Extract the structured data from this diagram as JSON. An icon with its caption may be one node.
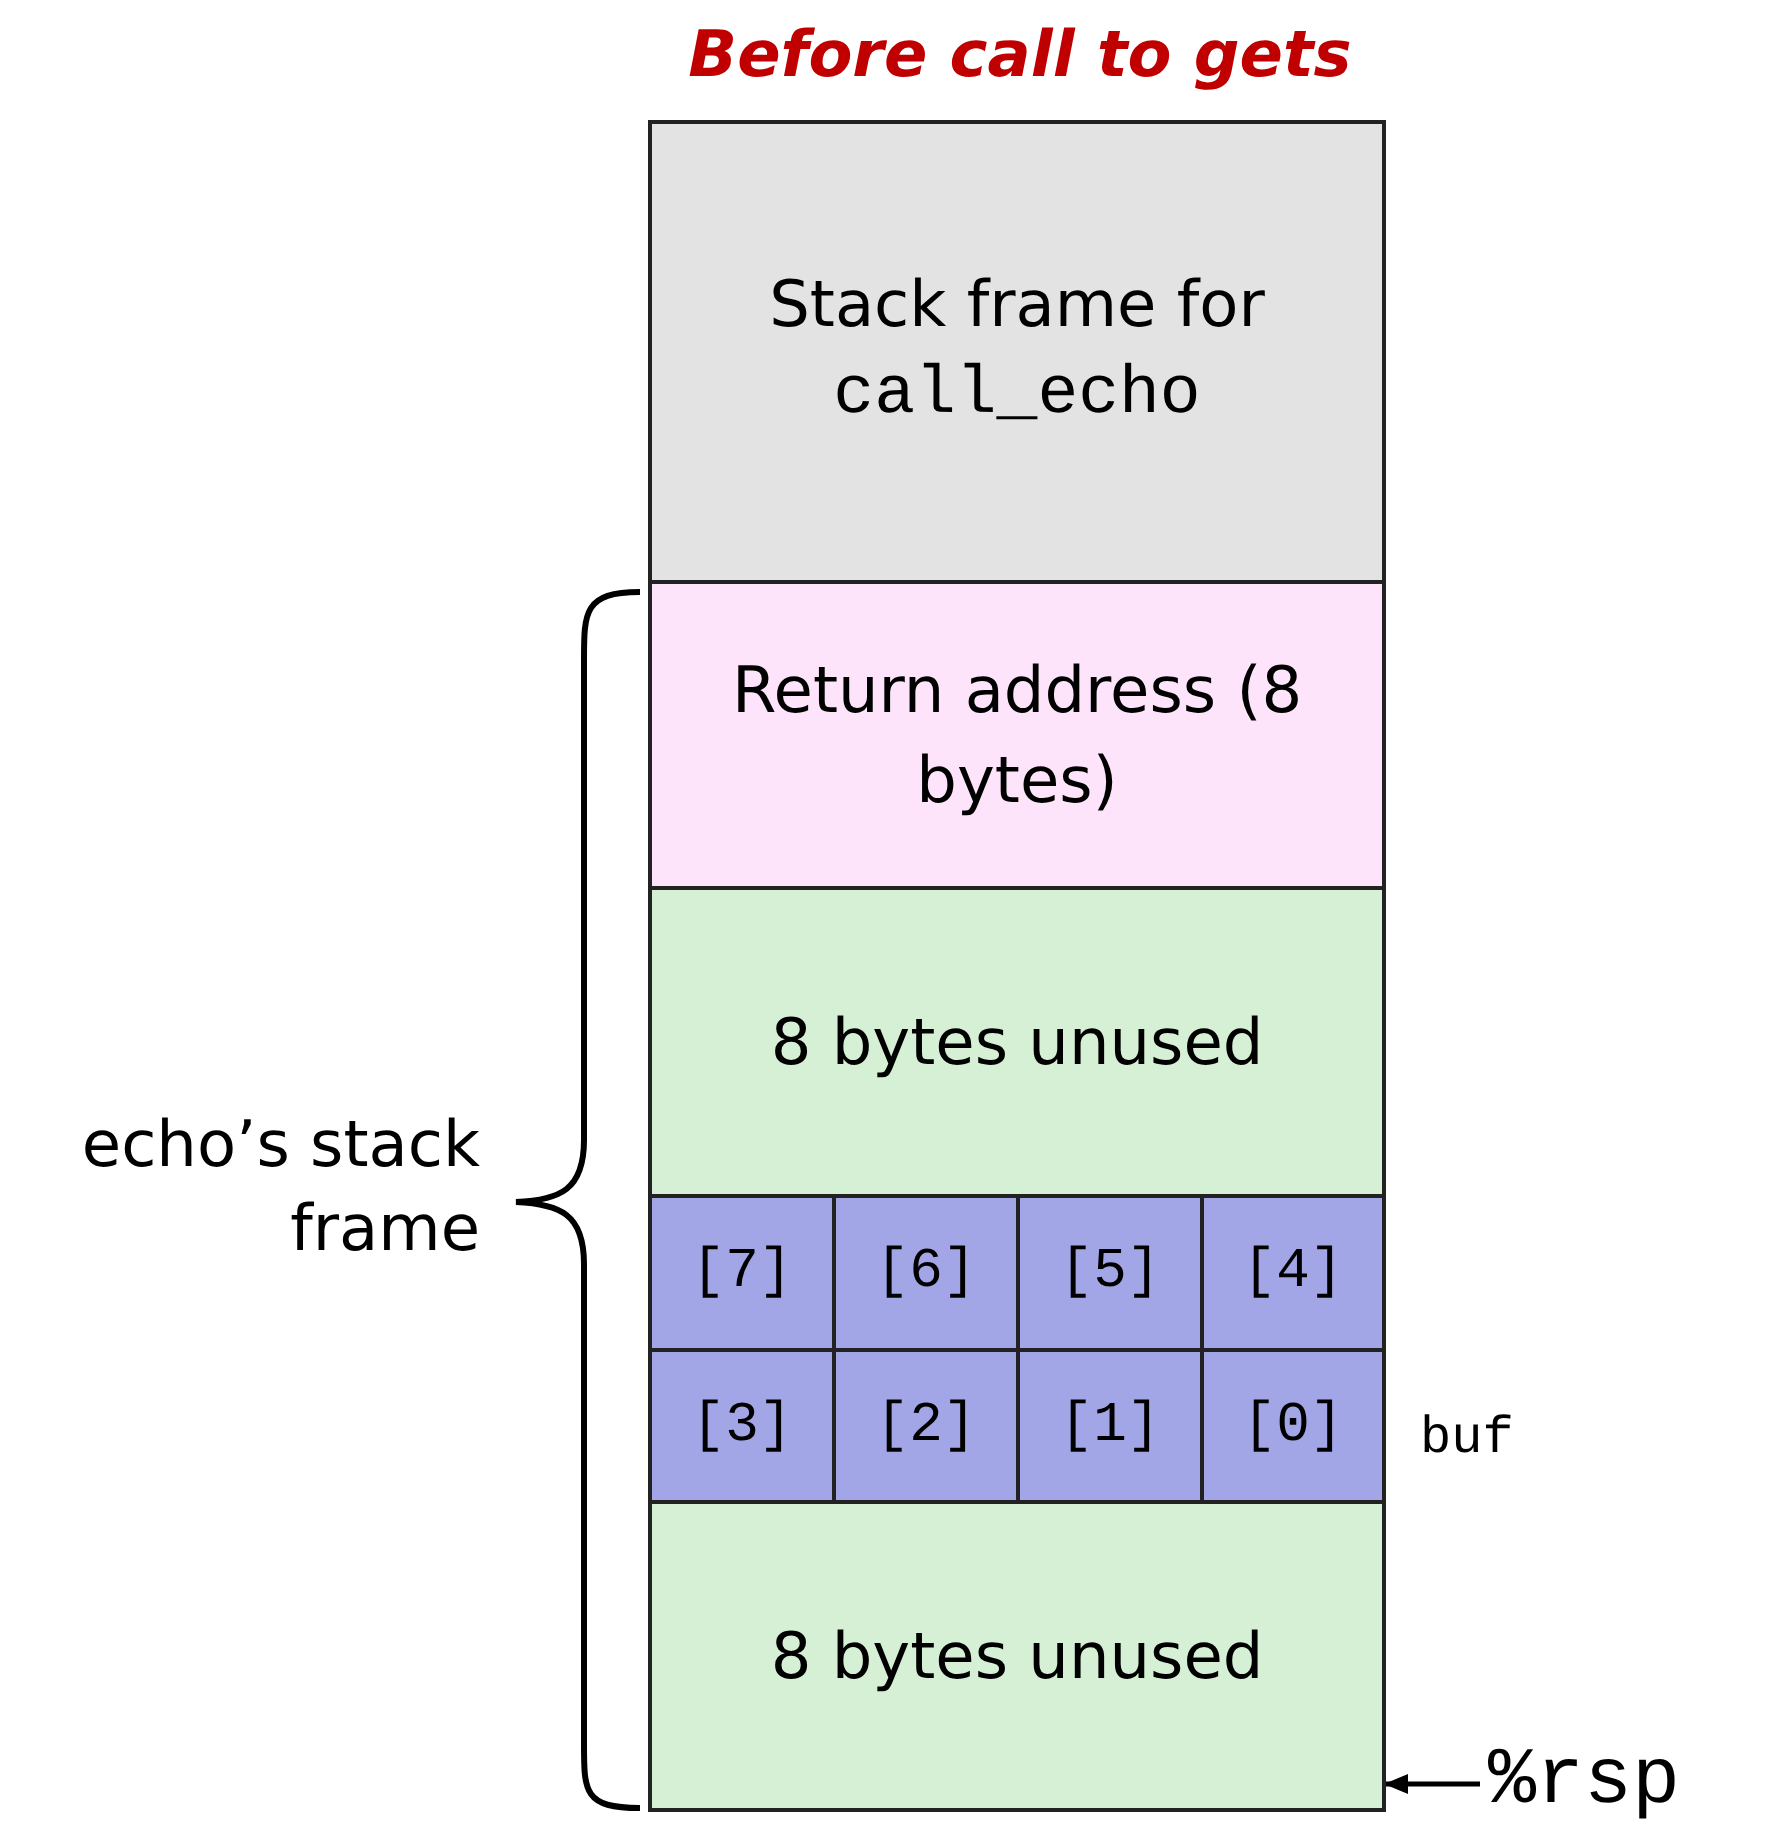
{
  "diagram": {
    "title": "Before call to gets",
    "nodes": [
      {
        "text": [
          "Stack frame for",
          "call_echo"
        ]
      },
      {
        "text": [
          "Return address (8 bytes)"
        ]
      },
      {
        "text": [
          "8 bytes unused"
        ]
      },
      {
        "text": [
          "[7]"
        ]
      },
      {
        "text": [
          "[6]"
        ]
      },
      {
        "text": [
          "[5]"
        ]
      },
      {
        "text": [
          "[4]"
        ]
      },
      {
        "text": [
          "[3]"
        ]
      },
      {
        "text": [
          "[2]"
        ]
      },
      {
        "text": [
          "[1]"
        ]
      },
      {
        "text": [
          "[0]"
        ]
      },
      {
        "text": [
          "8 bytes unused"
        ]
      },
      {
        "text": [
          "%rsp"
        ]
      }
    ],
    "edges": [
      {
        "from": 12,
        "to": 11,
        "arrow": "to"
      }
    ],
    "labels": [
      "echo’s stack frame",
      "buf"
    ]
  }
}
